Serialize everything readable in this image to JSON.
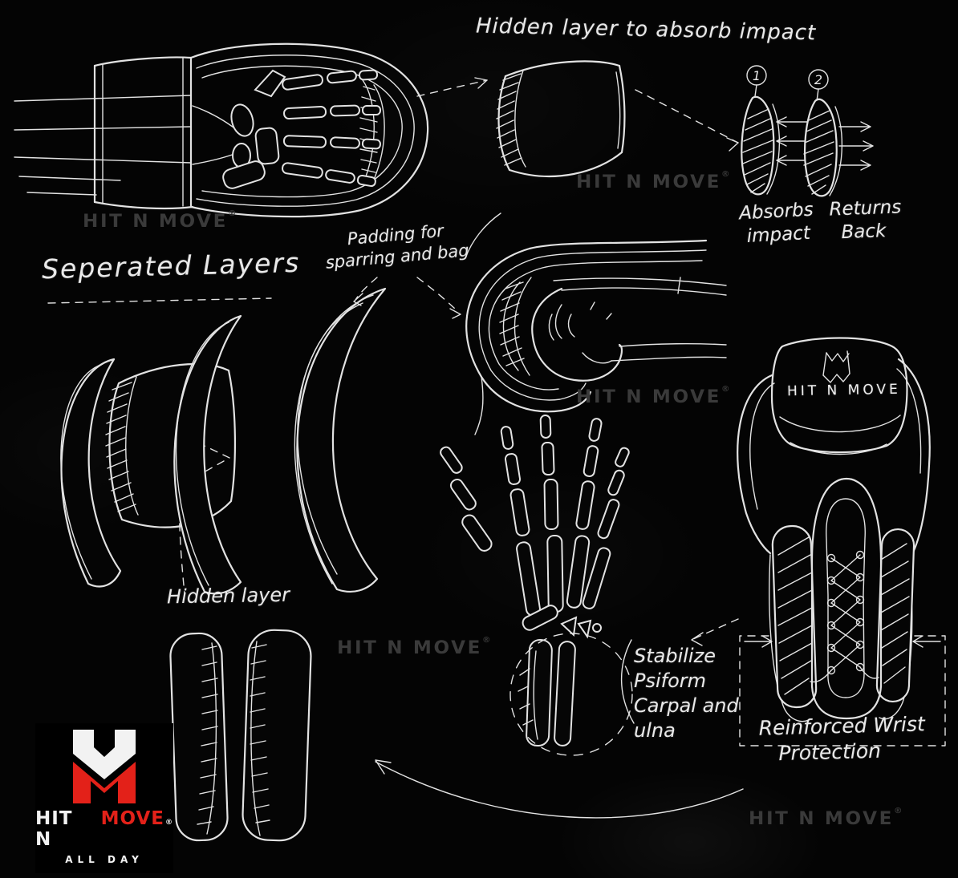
{
  "scene": {
    "background": "#040404",
    "ink_color": "#e2e2e2",
    "watermark_color": "#3a3a3a",
    "accent_red": "#e32119"
  },
  "annotations": {
    "title": "Hidden layer to absorb impact",
    "step1": {
      "number": "1",
      "label_line1": "Absorbs",
      "label_line2": "impact"
    },
    "step2": {
      "number": "2",
      "label_line1": "Returns",
      "label_line2": "Back"
    },
    "separated_layers": "Seperated Layers",
    "padding_line1": "Padding for",
    "padding_line2": "sparring and bag",
    "hidden_layer": "Hidden layer",
    "stabilize_line1": "Stabilize",
    "stabilize_line2": "Psiform",
    "stabilize_line3": "Carpal and",
    "stabilize_line4": "ulna",
    "reinforced_line1": "Reinforced Wrist",
    "reinforced_line2": "Protection",
    "glove_brand": "HIT N MOVE"
  },
  "watermark": {
    "text": "HIT N MOVE",
    "reg": "®"
  },
  "logo": {
    "brand_left": "HIT N",
    "brand_right": "MOVE",
    "reg": "®",
    "tagline": "ALL DAY"
  }
}
